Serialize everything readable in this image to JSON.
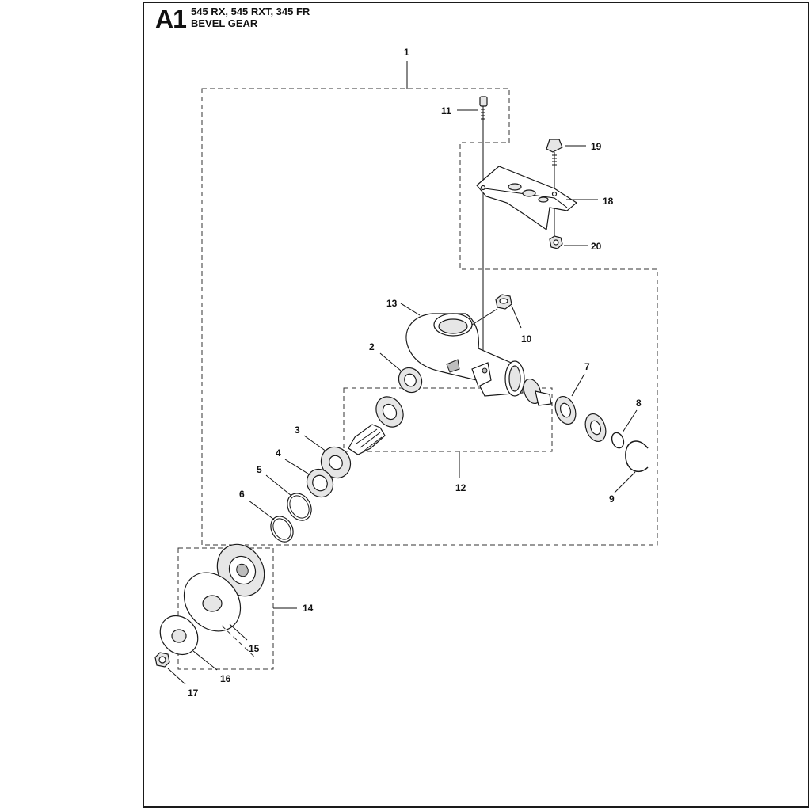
{
  "header": {
    "code": "A1",
    "models": "545 RX, 545 RXT, 345 FR",
    "title": "BEVEL GEAR"
  },
  "callouts": {
    "c1": "1",
    "c2": "2",
    "c3": "3",
    "c4": "4",
    "c5": "5",
    "c6": "6",
    "c7": "7",
    "c8": "8",
    "c9": "9",
    "c10": "10",
    "c11": "11",
    "c12": "12",
    "c13": "13",
    "c14": "14",
    "c15": "15",
    "c16": "16",
    "c17": "17",
    "c18": "18",
    "c19": "19",
    "c20": "20"
  }
}
